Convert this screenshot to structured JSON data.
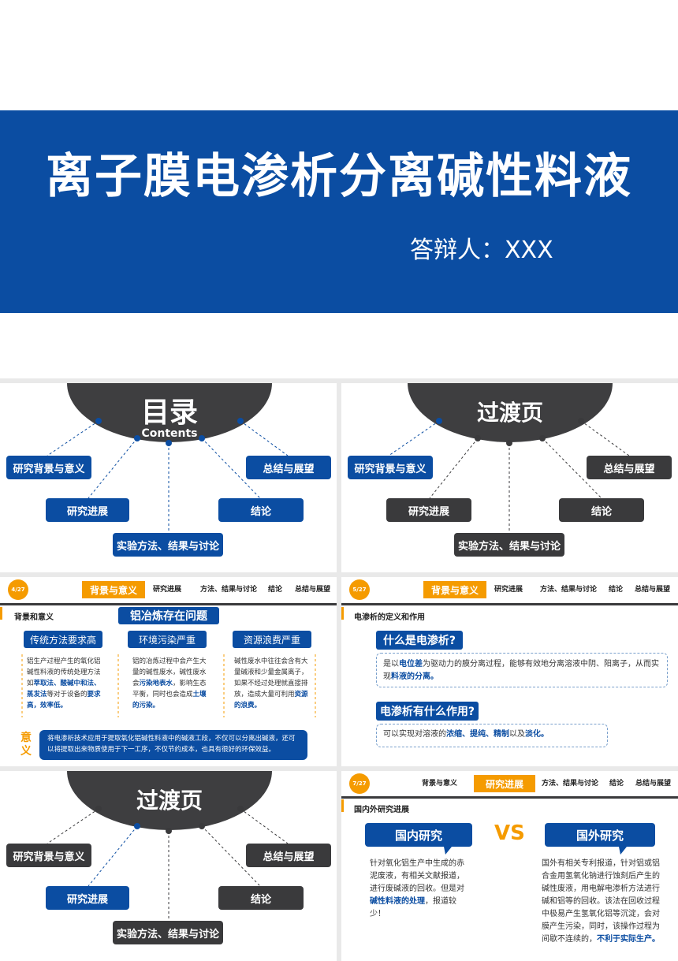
{
  "title_slide": {
    "title": "离子膜电渗析分离碱性料液",
    "presenter": "答辩人：XXX"
  },
  "toc_slide": {
    "title": "目录",
    "subtitle": "Contents",
    "nodes": [
      "研究背景与意义",
      "研究进展",
      "实验方法、结果与讨论",
      "结论",
      "总结与展望"
    ]
  },
  "transition_slide_1": {
    "title": "过渡页",
    "nodes": [
      "研究背景与意义",
      "研究进展",
      "实验方法、结果与讨论",
      "结论",
      "总结与展望"
    ]
  },
  "transition_slide_2": {
    "title": "过渡页",
    "nodes": [
      "研究背景与意义",
      "研究进展",
      "实验方法、结果与讨论",
      "结论",
      "总结与展望"
    ]
  },
  "nav": {
    "items": [
      "背景与意义",
      "研究进展",
      "方法、结果与讨论",
      "结论",
      "总结与展望"
    ]
  },
  "slide4": {
    "page": "4/27",
    "subhead": "背景和意义",
    "banner": "铝冶炼存在问题",
    "cols": [
      {
        "title": "传统方法要求高",
        "t1": "铝生产过程产生的氧化铝碱性料液的传统处理方法如",
        "h1": "萃取法、酸碱中和法、蒸发法",
        "t2": "等对于设备的",
        "h2": "要求高，效率低。"
      },
      {
        "title": "环境污染严重",
        "t1": "铝的冶炼过程中会产生大量的碱性废水，碱性废水会",
        "h1": "污染地表水",
        "t2": "，影响生态平衡，同时也会造成",
        "h2": "土壤的污染。"
      },
      {
        "title": "资源浪费严重",
        "t1": "碱性废水中往往会含有大量碱液和少量金属离子，如果不经过处理就直接排放，造成大量可利用",
        "h1": "资源的浪费。",
        "t2": "",
        "h2": ""
      }
    ],
    "meaning_label": "意义",
    "meaning_text": "将电渗析技术应用于提取氧化铝碱性料液中的碱液工段，不仅可以分离出碱液，还可以将提取出来物质使用于下一工序，不仅节约成本，也具有很好的环保效益。"
  },
  "slide5": {
    "page": "5/27",
    "subhead": "电渗析的定义和作用",
    "q1": "什么是电渗析?",
    "a1_t1": "是以",
    "a1_h1": "电位差",
    "a1_t2": "为驱动力的膜分离过程，能够有效地分离溶液中阴、阳离子，从而实现",
    "a1_h2": "料液的分离。",
    "q2": "电渗析有什么作用?",
    "a2_t1": "可以实现对溶液的",
    "a2_h1": "浓缩、提纯、精制",
    "a2_t2": "以及",
    "a2_h2": "淡化。"
  },
  "slide7": {
    "page": "7/27",
    "subhead": "国内外研究进展",
    "left_title": "国内研究",
    "vs": "VS",
    "right_title": "国外研究",
    "left_t1": "针对氧化铝生产中生成的赤泥废液，有相关文献报道，进行废碱液的回收。但是对",
    "left_h1": "碱性料液的处理",
    "left_t2": "，报道较少！",
    "right_t1": "国外有相关专利报道，针对铝或铝合金用氢氧化钠进行蚀刻后产生的碱性废液，用电解电渗析方法进行碱和铝等的回收。该法在回收过程中极易产生氢氧化铝等沉淀，会对膜产生污染，同时，该操作过程为间歇不连续的，",
    "right_h1": "不利于实际生产。"
  },
  "colors": {
    "blue": "#0b4da2",
    "orange": "#f59b00",
    "dark": "#3a3a3c"
  }
}
